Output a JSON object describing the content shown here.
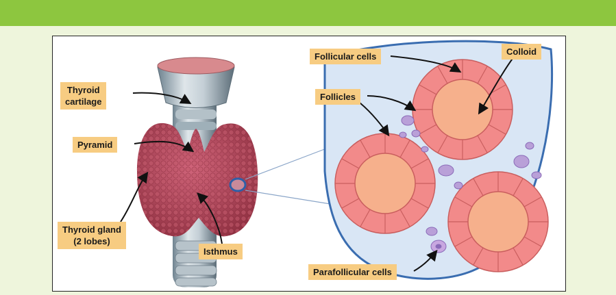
{
  "labels": {
    "thyroid_cartilage": "Thyroid\ncartilage",
    "pyramid": "Pyramid",
    "thyroid_gland": "Thyroid gland\n(2 lobes)",
    "isthmus": "Isthmus",
    "follicular_cells": "Follicular cells",
    "colloid": "Colloid",
    "follicles": "Follicles",
    "parafollicular_cells": "Parafollicular cells"
  },
  "colors": {
    "banner": "#8dc63f",
    "panel": "#eef5dc",
    "label_fill": "#f7cc82",
    "gland": "#b8485a",
    "follicle_cells": "#f28a8a",
    "colloid": "#f6b08c",
    "tissue": "#d9e6f5",
    "tissue_outline": "#3a6db0",
    "parafollicular": "#b9a0d8"
  }
}
